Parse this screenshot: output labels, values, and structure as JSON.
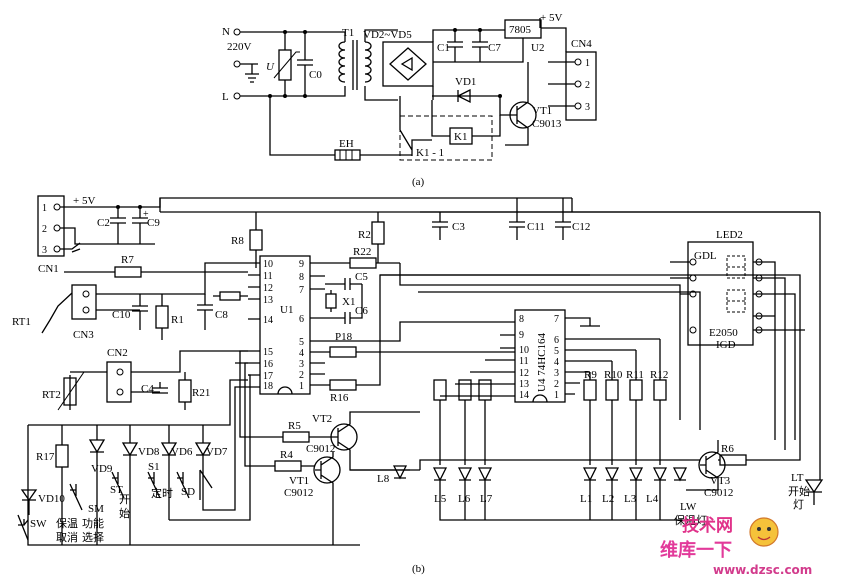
{
  "circuit_a": {
    "label_n": "N",
    "label_220v": "220V",
    "label_l": "L",
    "label_u": "U",
    "label_c0": "C0",
    "label_t1": "T1",
    "label_bridge": "VD2~VD5",
    "label_c1": "C1",
    "label_c7": "C7",
    "label_7805": "7805",
    "label_u2": "U2",
    "label_5v": "+ 5V",
    "label_cn4": "CN4",
    "cn4_pins": [
      "1",
      "2",
      "3"
    ],
    "label_vd1": "VD1",
    "label_vt1": "VT1",
    "label_c9013": "C9013",
    "label_k1": "K1",
    "label_k1_1": "K1 - 1",
    "label_eh": "EH",
    "caption": "(a)"
  },
  "circuit_b": {
    "label_5v": "+ 5V",
    "cn1_pins": [
      "1",
      "2",
      "3"
    ],
    "label_cn1": "CN1",
    "label_c2": "C2",
    "label_c9": "C9",
    "label_c3": "C3",
    "label_c11": "C11",
    "label_c12": "C12",
    "label_r8": "R8",
    "label_r7": "R7",
    "label_r2": "R2",
    "label_r22": "R22",
    "label_c5": "C5",
    "label_x1": "X1",
    "label_c6": "C6",
    "label_p18": "P18",
    "label_r16": "R16",
    "label_u1": "U1",
    "u1_left_pins": [
      "10",
      "11",
      "12",
      "13",
      "14",
      "15",
      "16",
      "17",
      "18"
    ],
    "u1_right_pins": [
      "9",
      "8",
      "7",
      "6",
      "5",
      "4",
      "3",
      "2",
      "1"
    ],
    "label_rt1": "RT1",
    "label_cn3": "CN3",
    "label_c10": "C10",
    "label_r1": "R1",
    "label_c8": "C8",
    "label_cn2": "CN2",
    "label_rt2": "RT2",
    "label_c4": "C4",
    "label_r21": "R21",
    "label_u4": "U4  74HC164",
    "u4_left_pins": [
      "8",
      "9",
      "10",
      "11",
      "12",
      "13",
      "14"
    ],
    "u4_right_pins": [
      "7",
      "6",
      "5",
      "4",
      "3",
      "2",
      "1"
    ],
    "label_r9": "R9",
    "label_r10": "R10",
    "label_r11": "R11",
    "label_r12": "R12",
    "label_led2": "LED2",
    "label_gdl": "GDL",
    "label_e2050": "E2050",
    "label_igd": "IGD",
    "label_r17": "R17",
    "label_vd9": "VD9",
    "label_vd8": "VD8",
    "label_vd6": "VD6",
    "label_vd7": "VD7",
    "label_vd10": "VD10",
    "label_st": "ST",
    "label_start1": "开",
    "label_start2": "始",
    "label_s1": "S1",
    "label_timer": "定时",
    "label_sd": "SD",
    "label_sm": "SM",
    "label_func1": "功能",
    "label_func2": "选择",
    "label_sw": "SW",
    "label_keep1": "保温",
    "label_keep2": "取消",
    "label_r5": "R5",
    "label_r4": "R4",
    "label_vt2": "VT2",
    "label_vt2_type": "C9012",
    "label_vt1": "VT1",
    "label_vt1_type": "C9012",
    "label_l8": "L8",
    "led_labels": [
      "L5",
      "L6",
      "L7",
      "L1",
      "L2",
      "L3",
      "L4"
    ],
    "label_r6": "R6",
    "label_vt3": "VT3",
    "label_vt3_type": "C9012",
    "label_lw": "LW",
    "label_lw_cn": "保温灯",
    "label_lt": "LT",
    "label_lt_cn1": "开始",
    "label_lt_cn2": "灯",
    "caption": "(b)"
  },
  "watermark": {
    "line1": "技术网",
    "line2": "维库一下",
    "url": "www.dzsc.com"
  }
}
